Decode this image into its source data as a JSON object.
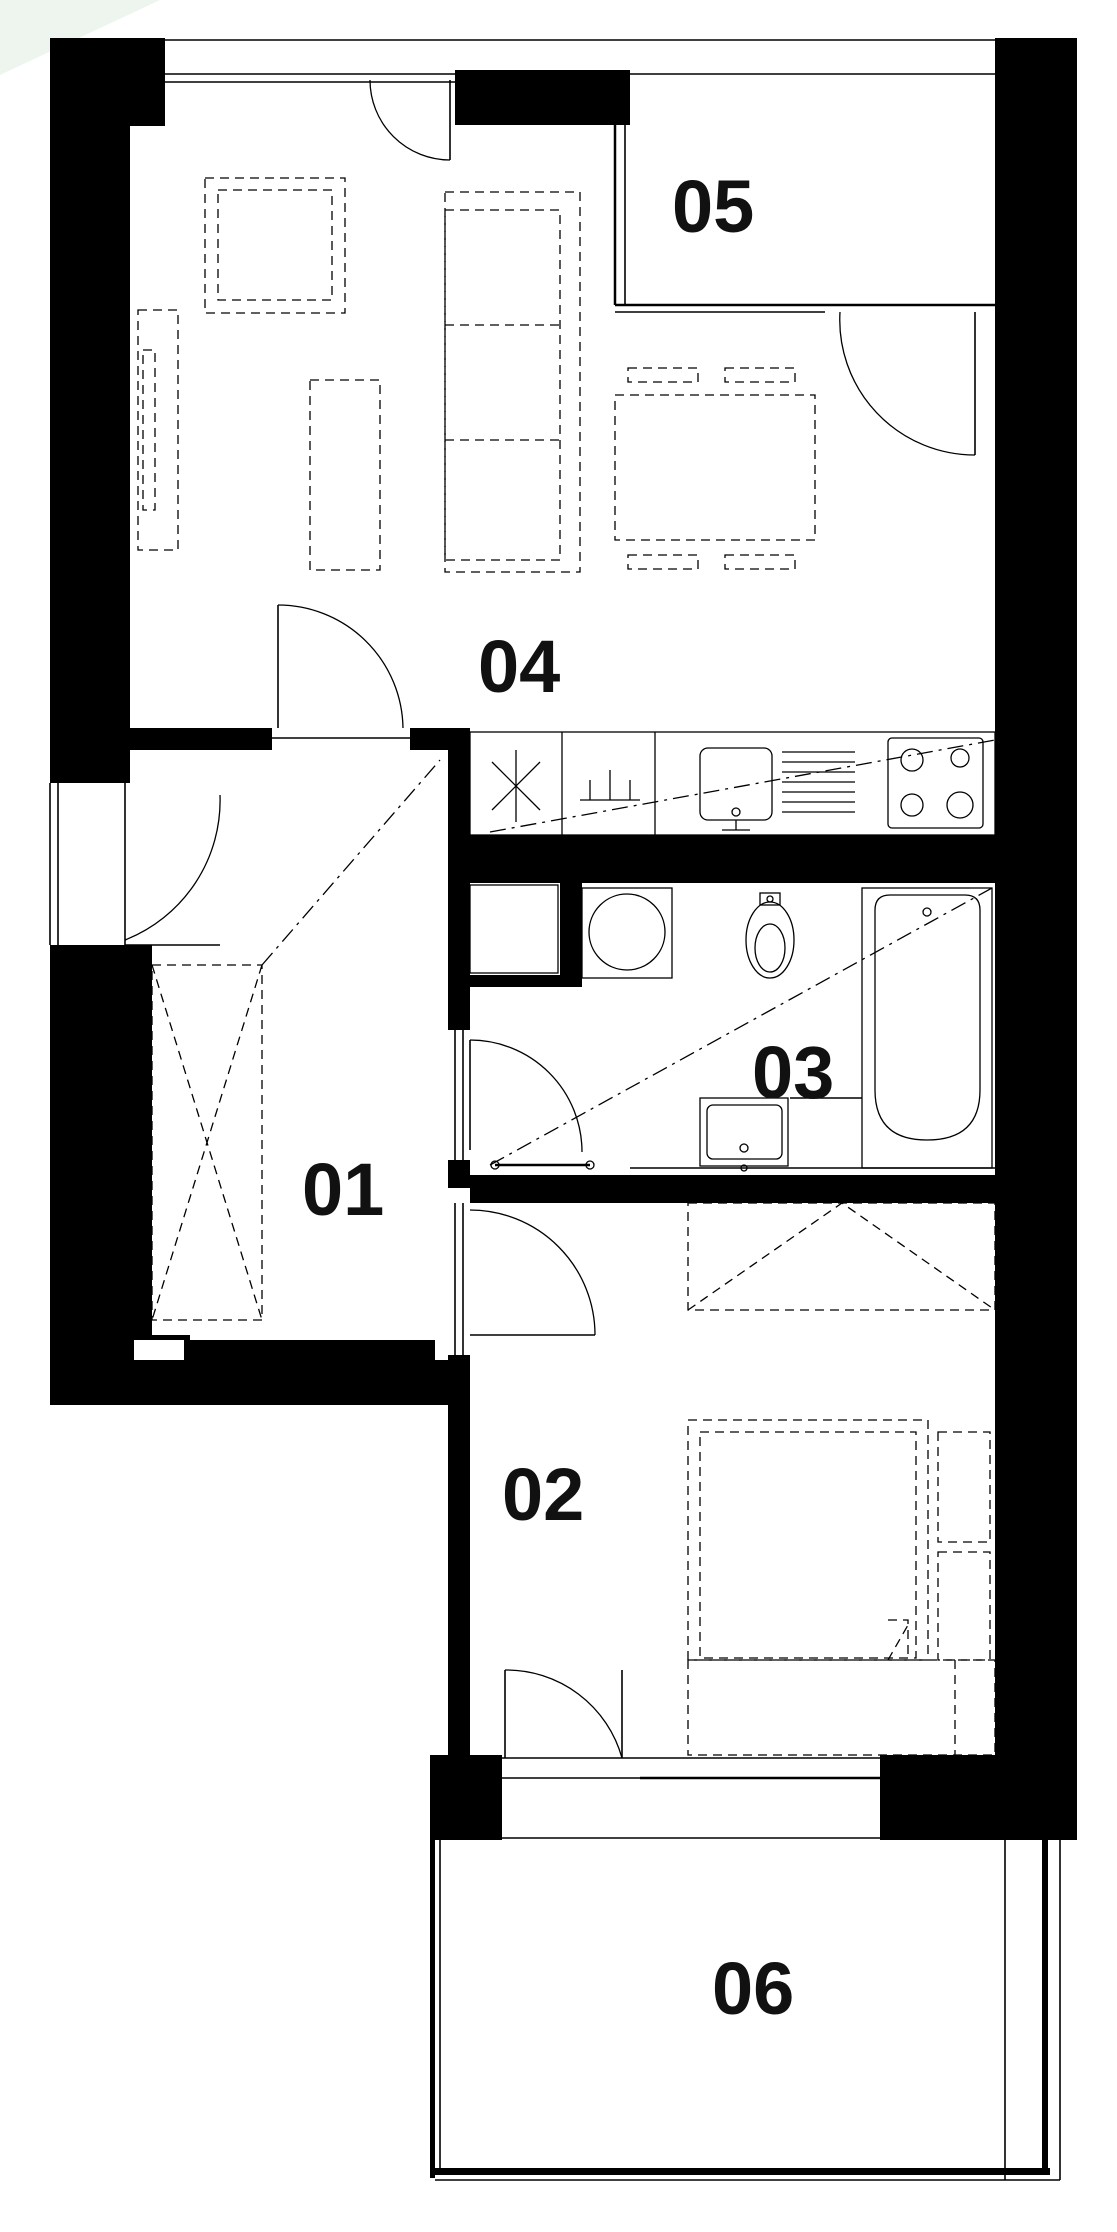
{
  "rooms": [
    {
      "id": "01",
      "label": "01"
    },
    {
      "id": "02",
      "label": "02"
    },
    {
      "id": "03",
      "label": "03"
    },
    {
      "id": "04",
      "label": "04"
    },
    {
      "id": "05",
      "label": "05"
    },
    {
      "id": "06",
      "label": "06"
    }
  ],
  "colors": {
    "wall": "#000000",
    "background": "#ffffff",
    "label": "#111111"
  }
}
